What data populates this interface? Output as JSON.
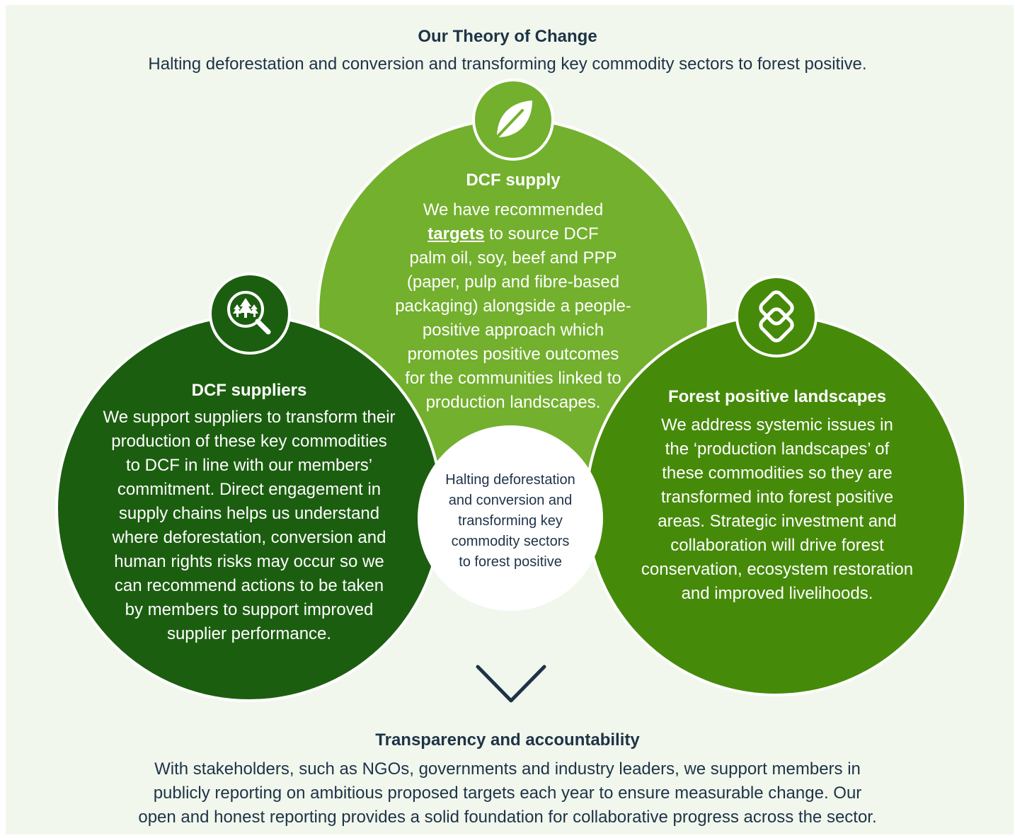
{
  "header": {
    "title": "Our Theory of Change",
    "subtitle": "Halting deforestation and conversion and transforming key commodity sectors to forest positive."
  },
  "supply": {
    "title": "DCF supply",
    "lines": [
      "We have recommended",
      "to source DCF",
      "palm oil, soy, beef and PPP",
      "(paper, pulp and fibre-based",
      "packaging) alongside a people-",
      "positive approach which",
      "promotes positive outcomes",
      "for the communities linked to",
      "production landscapes."
    ],
    "link": "targets",
    "icon": "leaf-icon",
    "color": "#73b02e"
  },
  "suppliers": {
    "title": "DCF suppliers",
    "lines": [
      "We support suppliers to transform their",
      "production of these key commodities",
      "to DCF in line with our members’",
      "commitment. Direct engagement in",
      "supply chains helps us understand",
      "where deforestation, conversion and",
      "human rights risks may occur so we",
      "can recommend actions to be taken",
      "by members to support improved",
      "supplier performance."
    ],
    "icon": "forest-magnifier-icon",
    "color": "#1c5e10"
  },
  "landscapes": {
    "title": "Forest positive landscapes",
    "lines": [
      "We address systemic issues in",
      "the ‘production landscapes’ of",
      "these commodities so they are",
      "transformed into forest positive",
      "areas. Strategic investment and",
      "collaboration will drive forest",
      "conservation, ecosystem restoration",
      "and improved livelihoods."
    ],
    "icon": "linked-diamonds-icon",
    "color": "#468a0a"
  },
  "core": {
    "lines": [
      "Halting deforestation",
      "and conversion and",
      "transforming key",
      "commodity sectors",
      "to forest positive"
    ]
  },
  "footer": {
    "title": "Transparency and accountability",
    "lines": [
      "With stakeholders, such as NGOs, governments and industry leaders, we support members in",
      "publicly reporting on ambitious proposed targets each year to ensure measurable change. Our",
      "open and honest reporting provides a solid foundation for collaborative progress across the sector."
    ]
  },
  "colors": {
    "background": "#f1f7ec",
    "text": "#1e3348"
  }
}
